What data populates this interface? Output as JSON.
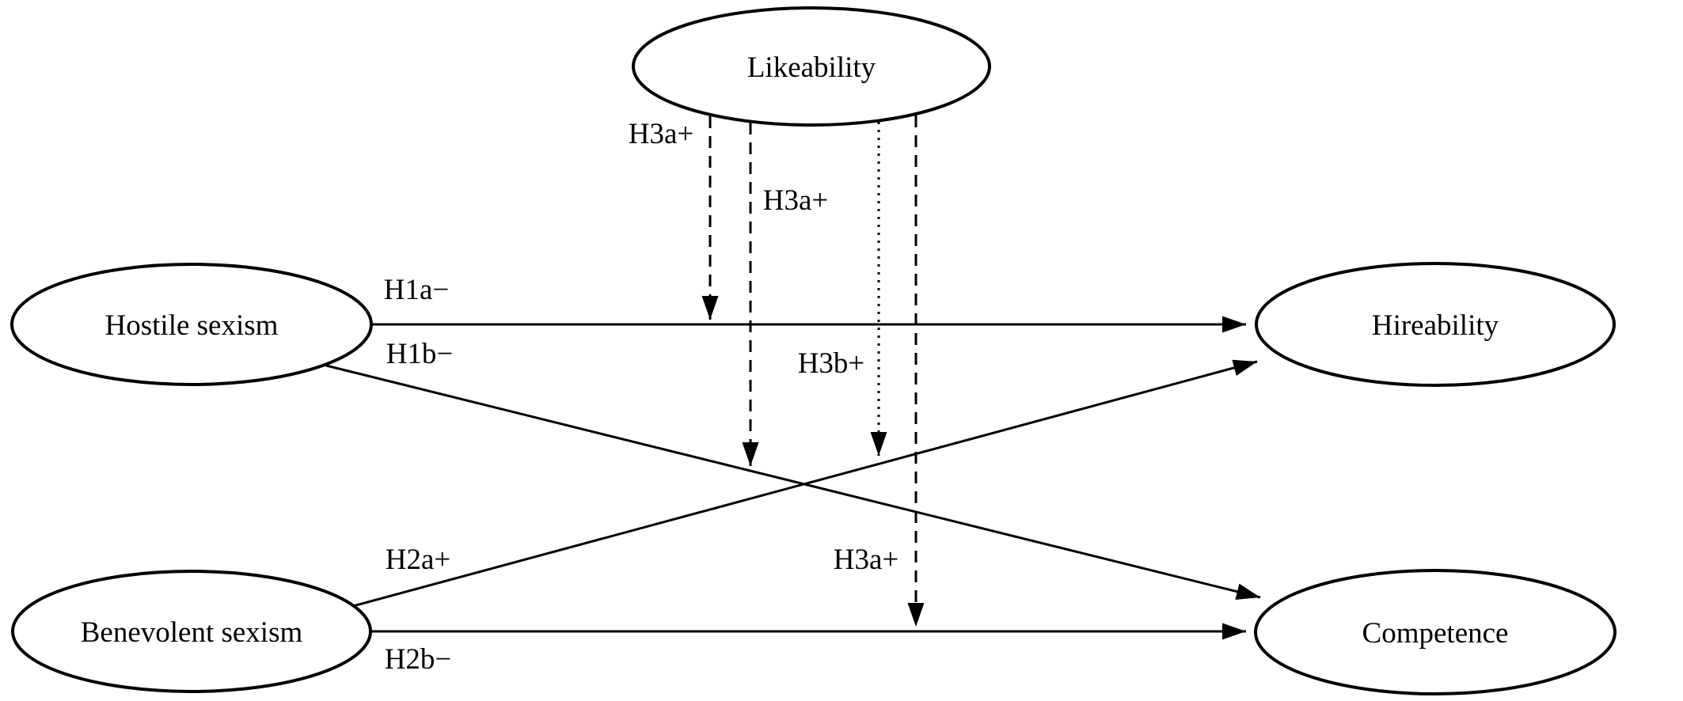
{
  "figure": {
    "type": "path-model-diagram",
    "colors": {
      "background": "#ffffff",
      "ink": "#000000"
    },
    "nodes": [
      {
        "id": "likeability",
        "label": "Likeability",
        "shape": "ellipse"
      },
      {
        "id": "hostile-sexism",
        "label": "Hostile sexism",
        "shape": "ellipse"
      },
      {
        "id": "benevolent-sexism",
        "label": "Benevolent sexism",
        "shape": "ellipse"
      },
      {
        "id": "hireability",
        "label": "Hireability",
        "shape": "ellipse"
      },
      {
        "id": "competence",
        "label": "Competence",
        "shape": "ellipse"
      }
    ],
    "edges": [
      {
        "label": "H1a−",
        "from": "Hostile sexism",
        "to": "Hireability",
        "style": "solid-arrow"
      },
      {
        "label": "H1b−",
        "from": "Hostile sexism",
        "to": "Competence",
        "style": "solid-arrow"
      },
      {
        "label": "H2a+",
        "from": "Benevolent sexism",
        "to": "Hireability",
        "style": "solid-arrow"
      },
      {
        "label": "H2b−",
        "from": "Benevolent sexism",
        "to": "Competence",
        "style": "solid-arrow"
      },
      {
        "label": "H3a+",
        "from": "Likeability",
        "to": "H1a path (Hostile sexism → Hireability)",
        "style": "dashed-arrow"
      },
      {
        "label": "H3a+",
        "from": "Likeability",
        "to": "H1b path (Hostile sexism → Competence)",
        "style": "dashed-arrow"
      },
      {
        "label": "H3b+",
        "from": "Likeability",
        "to": "H2a path (Benevolent sexism → Hireability)",
        "style": "dotted-arrow"
      },
      {
        "label": "H3a+",
        "from": "Likeability",
        "to": "H2b path (Benevolent sexism → Competence)",
        "style": "dashed-arrow"
      }
    ]
  }
}
